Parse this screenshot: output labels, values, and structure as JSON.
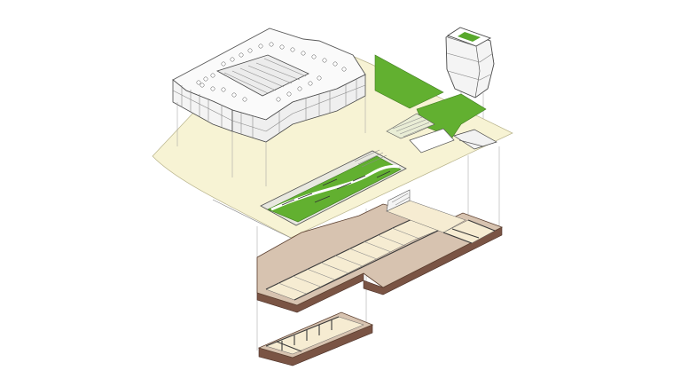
{
  "colors": {
    "ground_plane": "#f7f3d4",
    "lawn": "#62b030",
    "lawn_dark": "#4f9a24",
    "basement_slab_side": "#7a5444",
    "basement_slab_top": "#d7c3b0",
    "basement_floor": "#f6ecd2",
    "linework": "#5a5a5a",
    "tower_roof_green": "#58a82c"
  },
  "layers": [
    "ground-plane",
    "main-building",
    "tower",
    "sunken-garden",
    "north-lawns",
    "basement-level-1",
    "basement-level-2"
  ]
}
